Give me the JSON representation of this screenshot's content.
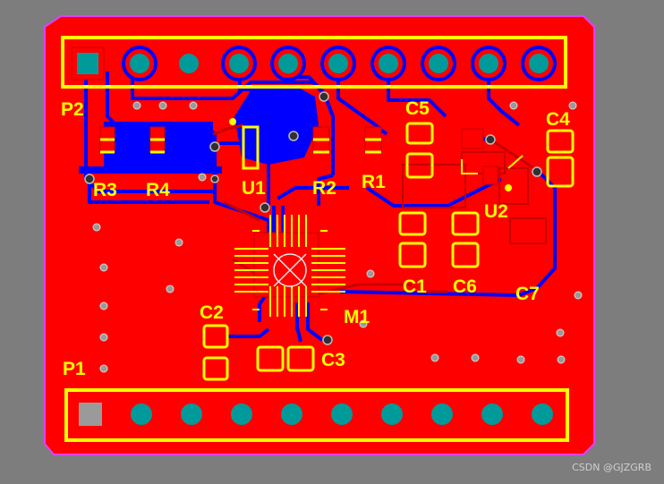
{
  "colors": {
    "background": "#7d7d7d",
    "board_outline": "#e040fb",
    "top_copper": "#ff0000",
    "bottom_copper": "#0000ff",
    "silkscreen": "#ffff00",
    "pad": "#009a9a",
    "via": "#8a8a8a"
  },
  "designators": {
    "P2": "P2",
    "P1": "P1",
    "R3": "R3",
    "R4": "R4",
    "U1": "U1",
    "R2": "R2",
    "R1": "R1",
    "C5": "C5",
    "C4": "C4",
    "U2": "U2",
    "C1": "C1",
    "C6": "C6",
    "C7": "C7",
    "C2": "C2",
    "M1": "M1",
    "C3": "C3"
  },
  "watermark": "CSDN @GJZGRB"
}
